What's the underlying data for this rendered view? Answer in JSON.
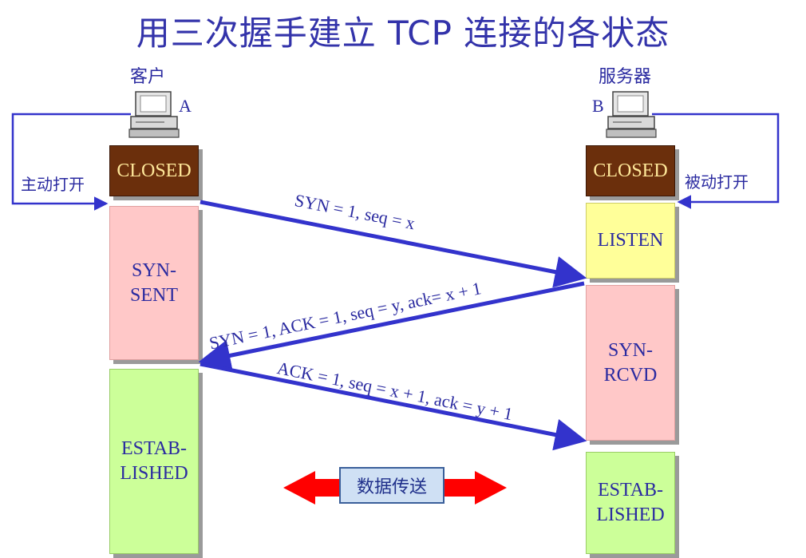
{
  "title": "用三次握手建立 TCP 连接的各状态",
  "client": {
    "label": "客户",
    "letter": "A",
    "open_label": "主动打开"
  },
  "server": {
    "label": "服务器",
    "letter": "B",
    "open_label": "被动打开"
  },
  "client_states": [
    "CLOSED",
    "SYN-\nSENT",
    "ESTAB-\nLISHED"
  ],
  "server_states": [
    "CLOSED",
    "LISTEN",
    "SYN-\nRCVD",
    "ESTAB-\nLISHED"
  ],
  "messages": [
    "SYN = 1, seq = x",
    "SYN = 1, ACK = 1, seq = y, ack= x + 1",
    "ACK = 1, seq = x + 1, ack = y + 1"
  ],
  "data_transfer": "数据传送",
  "colors": {
    "closed": "#6b2f0c",
    "syn_sent": "#ffc8c8",
    "established": "#ccff99",
    "listen": "#ffff99",
    "arrow": "#3333cc",
    "data_arrow": "#ff0000"
  }
}
